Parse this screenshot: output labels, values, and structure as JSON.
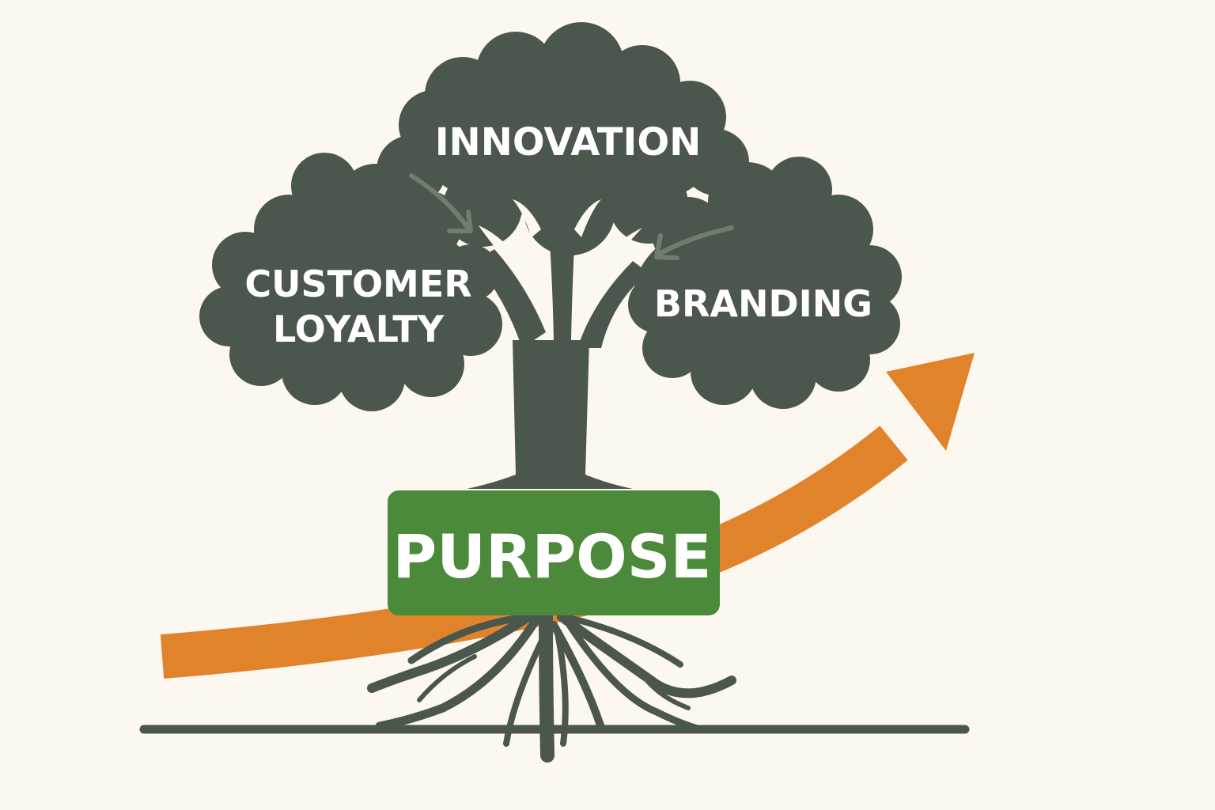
{
  "colors": {
    "background": "#fcf8ef",
    "tree": "#4b574c",
    "purpose_box": "#4a8a3a",
    "growth_arrow": "#e0832a",
    "branch_arrows": "#6f7d70",
    "label_text": "#ffffff"
  },
  "labels": {
    "innovation": "INNOVATION",
    "customer_loyalty_line1": "CUSTOMER",
    "customer_loyalty_line2": "LOYALTY",
    "branding": "BRANDING",
    "purpose": "PURPOSE"
  },
  "icons": {
    "growth_arrow": "upward-curved-arrow-icon",
    "branch_arrows": "inward-arrow-icon"
  }
}
